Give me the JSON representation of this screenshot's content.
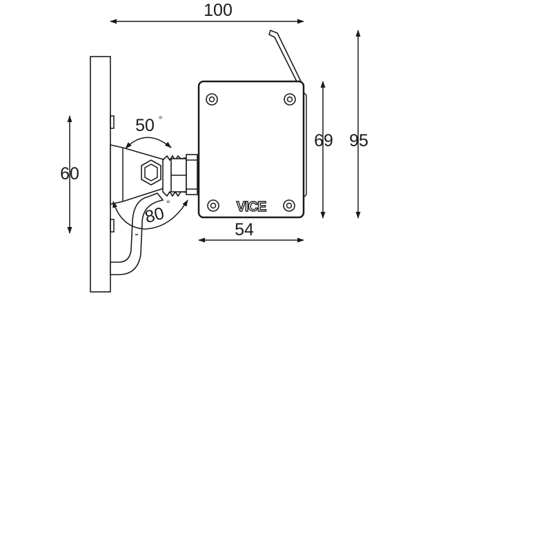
{
  "dimensions": {
    "overall_width": "100",
    "overall_height": "95",
    "speaker_height": "69",
    "speaker_width": "54",
    "wall_plate_height": "60"
  },
  "angles": {
    "upper_tilt": "50",
    "lower_tilt": "80",
    "degree_symbol": "°"
  },
  "logo": {
    "text": "VICE"
  }
}
